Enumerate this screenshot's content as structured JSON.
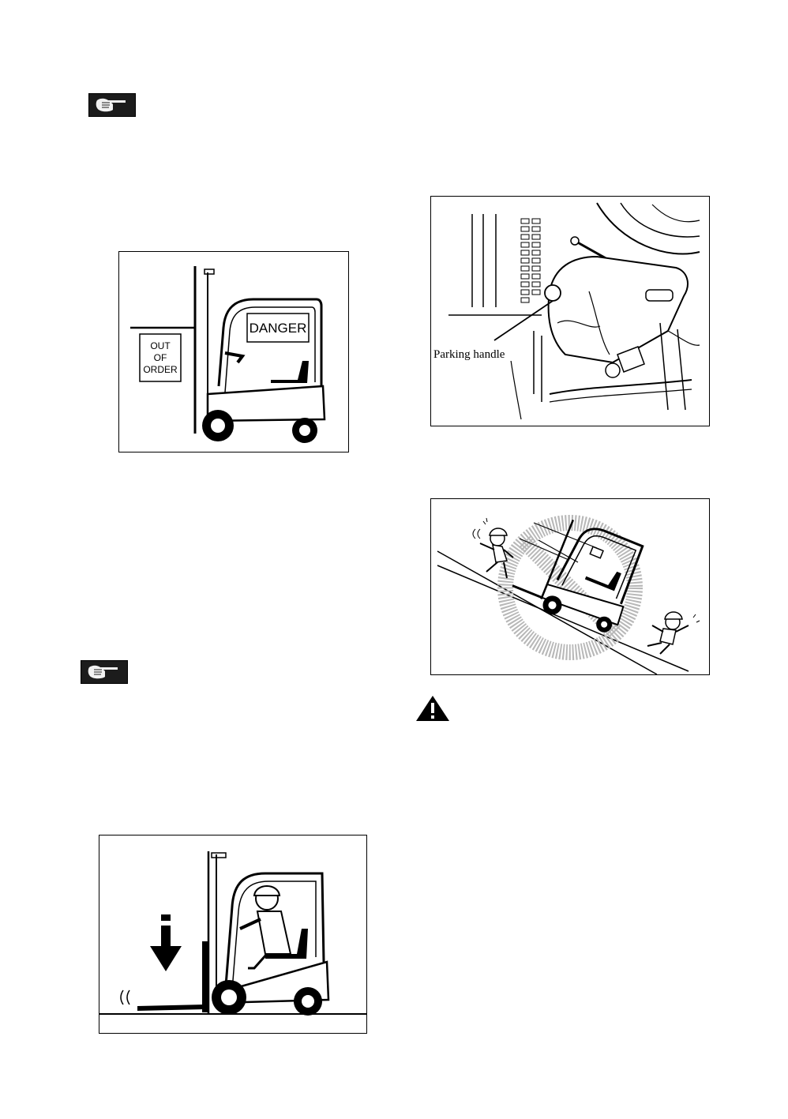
{
  "figures": {
    "out_of_order": {
      "sign_lines": [
        "OUT",
        "OF",
        "ORDER"
      ],
      "danger_label": "DANGER"
    },
    "parking": {
      "callout_label": "Parking handle"
    },
    "slope": {},
    "fork_lower": {}
  },
  "icons": {
    "note_icon_1": "pointing-hand-icon",
    "note_icon_2": "pointing-hand-icon",
    "warning_icon": "warning-triangle-icon"
  }
}
